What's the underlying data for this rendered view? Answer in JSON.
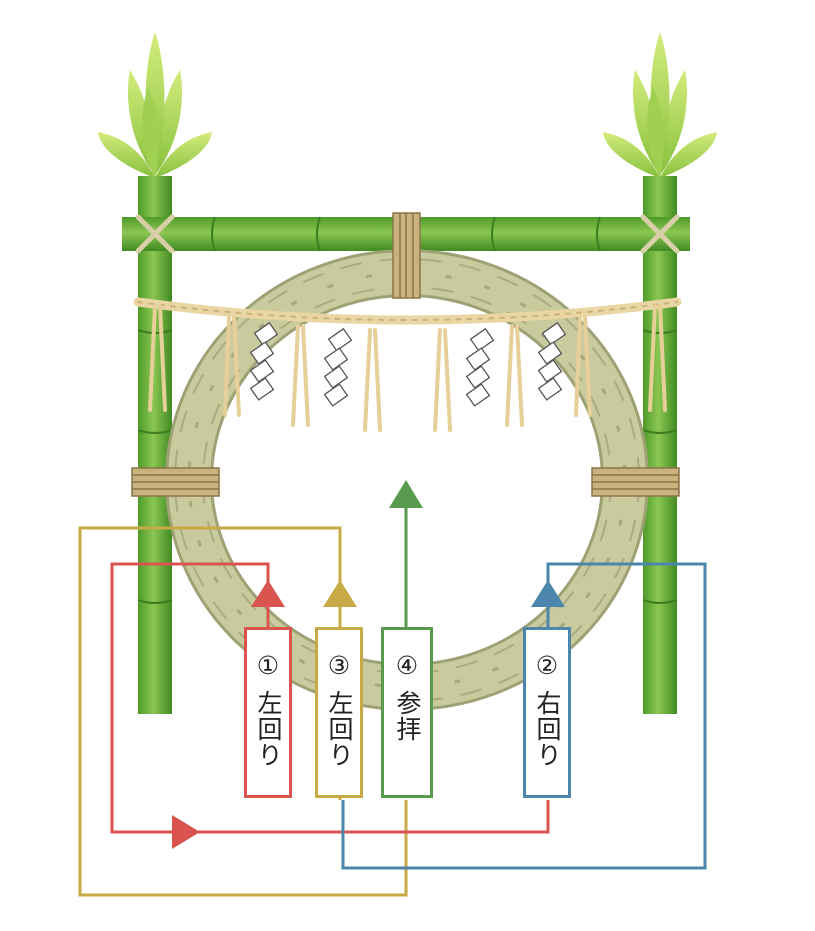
{
  "colors": {
    "step1": "#d9534f",
    "step2": "#4d86ad",
    "step3": "#c7aa45",
    "step4": "#5a9a4f",
    "bamboo": "#6fae3c",
    "wreath": "#c2c496",
    "rope": "#ead7a6"
  },
  "steps": [
    {
      "num": "①",
      "text": "左回り"
    },
    {
      "num": "②",
      "text": "右回り"
    },
    {
      "num": "③",
      "text": "左回り"
    },
    {
      "num": "④",
      "text": "参拝"
    }
  ]
}
